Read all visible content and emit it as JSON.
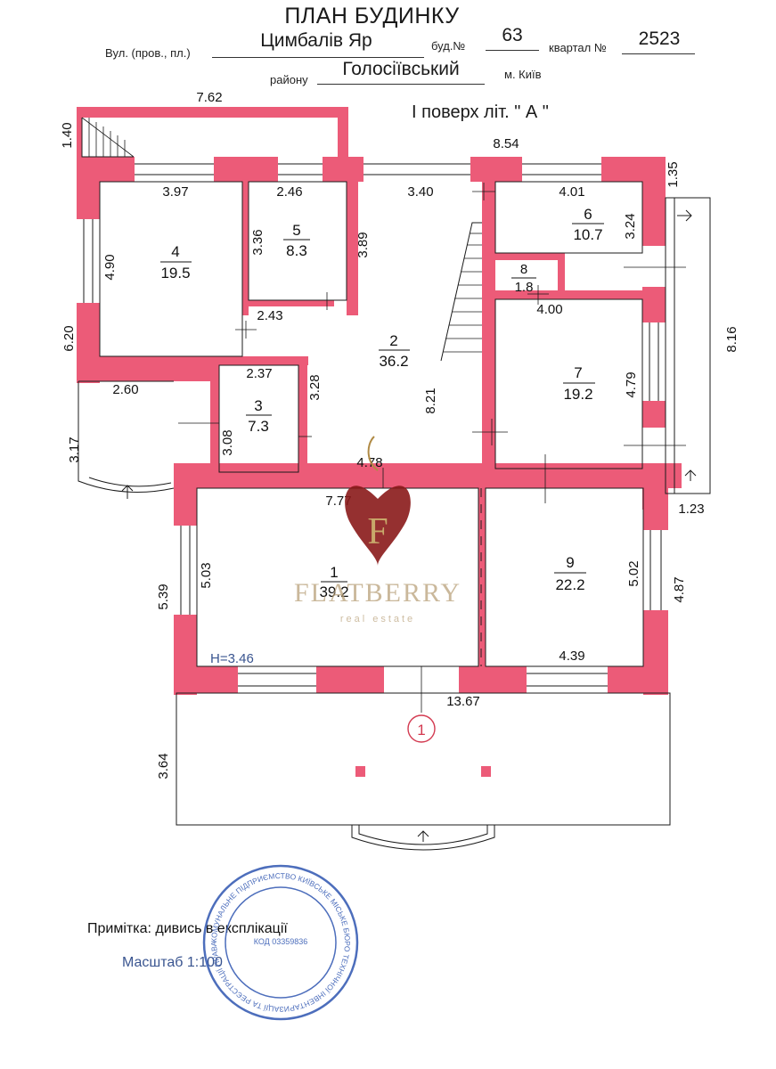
{
  "header": {
    "title": "ПЛАН БУДИНКУ",
    "street_label": "Вул. (пров., пл.)",
    "street_value": "Цимбалів Яр",
    "building_label": "буд.№",
    "building_value": "63",
    "block_label": "квартал №",
    "block_value": "2523",
    "district_label": "району",
    "district_value": "Голосіївський",
    "city": "м. Київ"
  },
  "floor_label": "I поверх   літ. \" А \"",
  "rooms": [
    {
      "number": "1",
      "area": "39.2"
    },
    {
      "number": "2",
      "area": "36.2"
    },
    {
      "number": "3",
      "area": "7.3"
    },
    {
      "number": "4",
      "area": "19.5"
    },
    {
      "number": "5",
      "area": "8.3"
    },
    {
      "number": "6",
      "area": "10.7"
    },
    {
      "number": "7",
      "area": "19.2"
    },
    {
      "number": "8",
      "area": "1.8"
    },
    {
      "number": "9",
      "area": "22.2"
    }
  ],
  "dimensions": [
    "7.62",
    "1.40",
    "8.54",
    "1.35",
    "3.97",
    "2.46",
    "3.40",
    "4.01",
    "4.90",
    "3.36",
    "3.89",
    "3.24",
    "2.43",
    "4.00",
    "6.20",
    "8.16",
    "2.37",
    "2.60",
    "3.28",
    "8.21",
    "4.79",
    "3.08",
    "3.17",
    "4.78",
    "7.77",
    "1.23",
    "5.03",
    "5.02",
    "5.39",
    "4.87",
    "4.39",
    "13.67",
    "3.64"
  ],
  "height_label": "H=3.46",
  "marker": "1",
  "note": "Примітка: дивись в експлікації",
  "scale": "Масштаб 1:100",
  "watermark": {
    "brand": "FLATBERRY",
    "tagline": "real estate",
    "monogram": "F"
  },
  "stamp": {
    "text": "КОМУНАЛЬНЕ ПІДПРИЄМСТВО КИЇВСЬКЕ МІСЬКЕ БЮРО ТЕХНІЧНОЇ ІНВЕНТАРИЗАЦІЇ ТА РЕЄСТРАЦІЇ ПРАВА ВЛАСНОСТІ НА ОБ'ЄКТИ НЕРУХОМОГО МАЙНА",
    "code": "КОД 03359836"
  },
  "colors": {
    "wall": "#ec5b78",
    "line": "#1b1b1b",
    "stamp": "#3a5fb5"
  }
}
